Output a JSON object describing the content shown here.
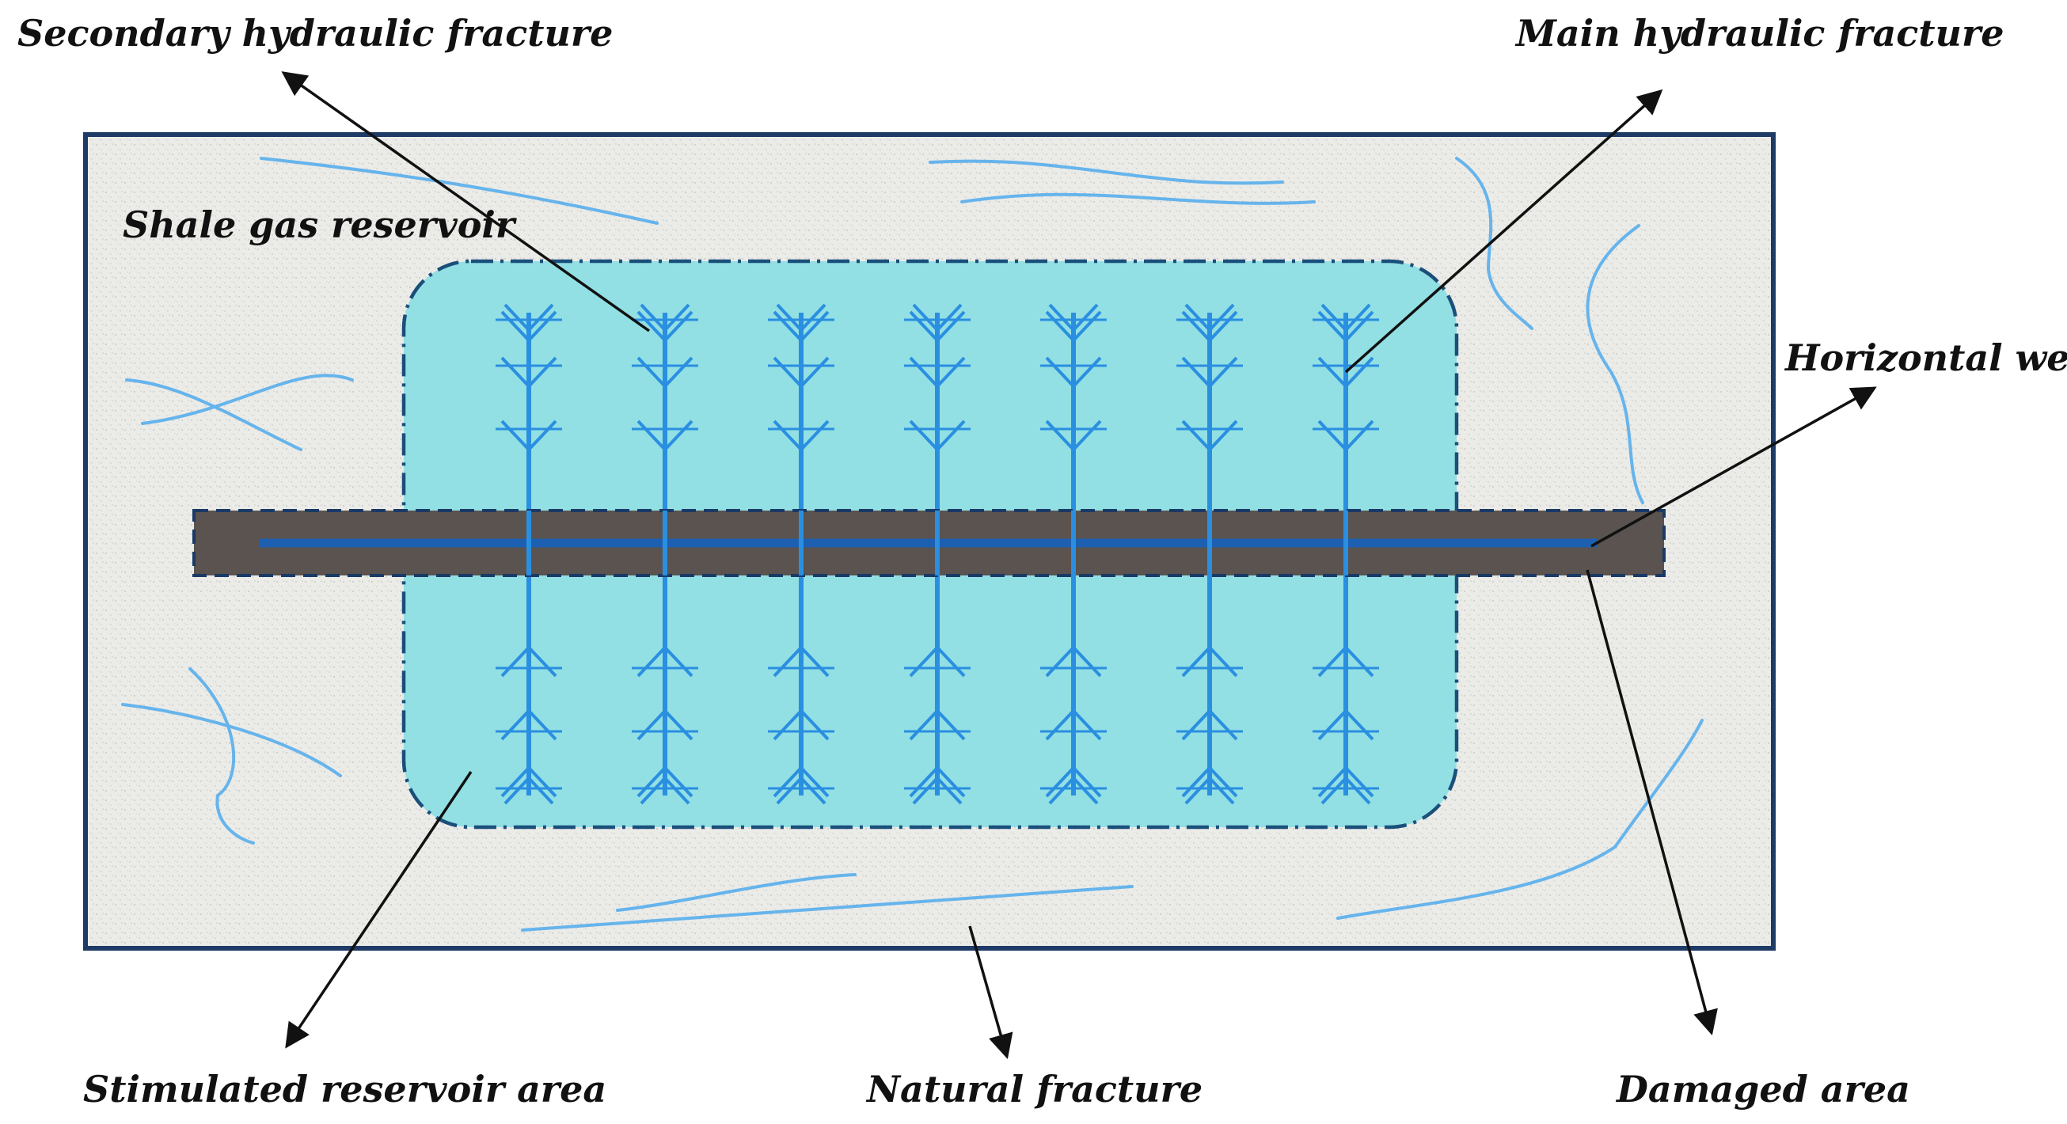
{
  "labels": {
    "secondary_fracture": "Secondary hydraulic fracture",
    "main_fracture": "Main hydraulic fracture",
    "shale_reservoir": "Shale gas reservoir",
    "horizontal_well": "Horizontal well",
    "stimulated_area": "Stimulated reservoir area",
    "natural_fracture": "Natural fracture",
    "damaged_area": "Damaged area"
  },
  "colors": {
    "reservoir_fill": "#e9e9e6",
    "reservoir_border": "#1e3a66",
    "stimulated_fill": "#92dfe4",
    "stimulated_border": "#1a4f7a",
    "damaged_band": "#5a5350",
    "wellbore": "#1d5fb0",
    "hydraulic_fracture": "#2a8fe0",
    "natural_fracture": "#66b4ec",
    "leader_lines": "#111111"
  },
  "hydraulic_fracture_count": 7
}
